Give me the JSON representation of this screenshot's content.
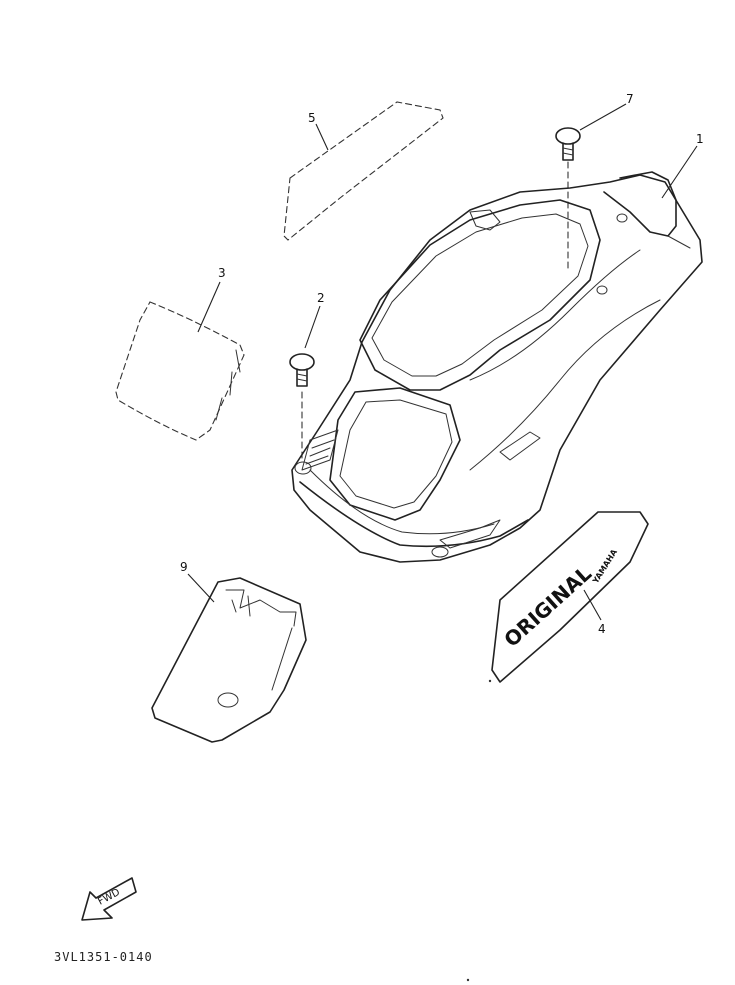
{
  "callouts": [
    {
      "id": "1",
      "label": "1"
    },
    {
      "id": "2",
      "label": "2"
    },
    {
      "id": "3",
      "label": "3"
    },
    {
      "id": "4",
      "label": "4"
    },
    {
      "id": "5",
      "label": "5"
    },
    {
      "id": "7",
      "label": "7"
    },
    {
      "id": "9",
      "label": "9"
    }
  ],
  "decal": {
    "main_text": "ORIGINAL",
    "brand_text": "YAMAHA"
  },
  "fwd_label": "FWD",
  "diagram_code": "3VL1351-0140"
}
